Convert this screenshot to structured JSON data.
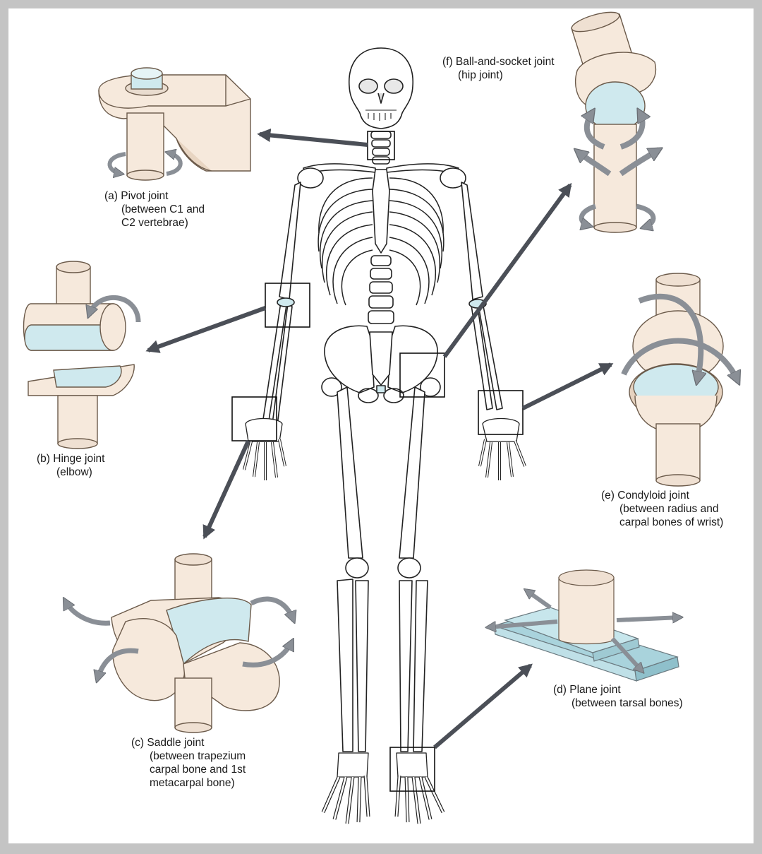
{
  "colors": {
    "bone_fill": "#f6e9dc",
    "bone_stroke": "#6b5a4a",
    "cartilage": "#cfe9ee",
    "arrow_gray": "#8a8f96",
    "pointer_arrow": "#4b4f57",
    "skeleton_stroke": "#222222",
    "frame": "#c4c4c4"
  },
  "labels": {
    "a": {
      "line1": "(a) Pivot joint",
      "line2": "(between C1 and",
      "line3": "C2 vertebrae)"
    },
    "b": {
      "line1": "(b) Hinge joint",
      "line2": "(elbow)"
    },
    "c": {
      "line1": "(c) Saddle joint",
      "line2": "(between trapezium",
      "line3": "carpal bone and 1st",
      "line4": "metacarpal bone)"
    },
    "d": {
      "line1": "(d) Plane joint",
      "line2": "(between tarsal bones)"
    },
    "e": {
      "line1": "(e) Condyloid joint",
      "line2": "(between radius and",
      "line3": "carpal bones of wrist)"
    },
    "f": {
      "line1": "(f) Ball-and-socket joint",
      "line2": "(hip joint)"
    }
  },
  "icons": [
    "pivot-joint-model",
    "hinge-joint-model",
    "saddle-joint-model",
    "plane-joint-model",
    "condyloid-joint-model",
    "ball-and-socket-joint-model",
    "rotation-arrow-icon",
    "pointer-arrow-icon",
    "human-skeleton"
  ]
}
